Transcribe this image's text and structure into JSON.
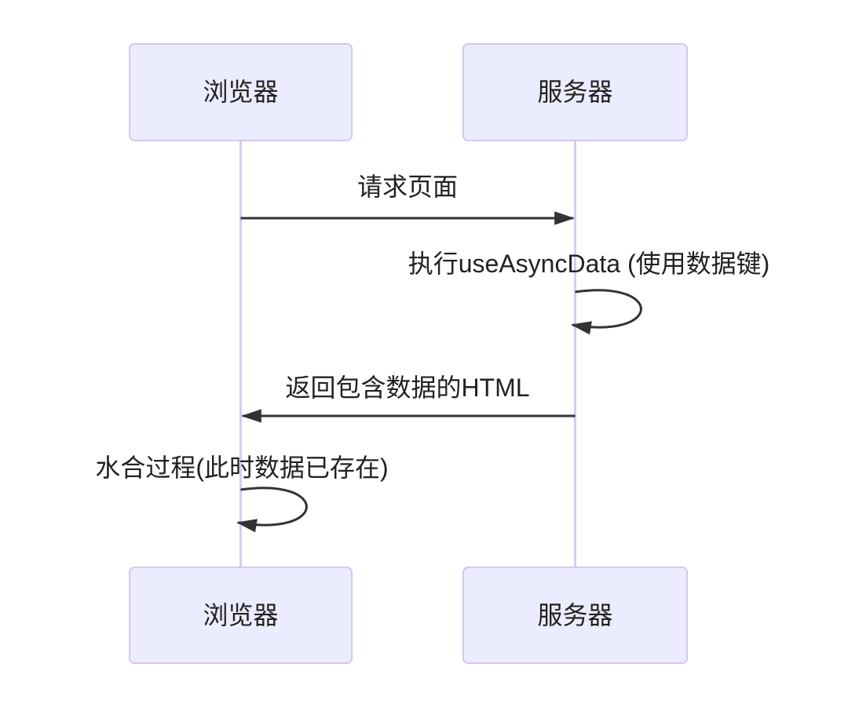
{
  "diagram": {
    "type": "sequence-diagram",
    "background_color": "#ffffff",
    "colors": {
      "actor_fill": "#ECECFF",
      "actor_border": "#D6C6F0",
      "lifeline": "#D8CBF3",
      "message_line": "#333333",
      "text": "#222222"
    },
    "actors": [
      {
        "id": "browser",
        "label": "浏览器"
      },
      {
        "id": "server",
        "label": "服务器"
      }
    ],
    "messages": [
      {
        "from": "browser",
        "to": "server",
        "kind": "solid-arrow",
        "label": "请求页面"
      },
      {
        "from": "server",
        "to": "server",
        "kind": "self-loop",
        "label": "执行useAsyncData (使用数据键)"
      },
      {
        "from": "server",
        "to": "browser",
        "kind": "solid-arrow",
        "label": "返回包含数据的HTML"
      },
      {
        "from": "browser",
        "to": "browser",
        "kind": "self-loop",
        "label": "水合过程(此时数据已存在)"
      }
    ]
  }
}
